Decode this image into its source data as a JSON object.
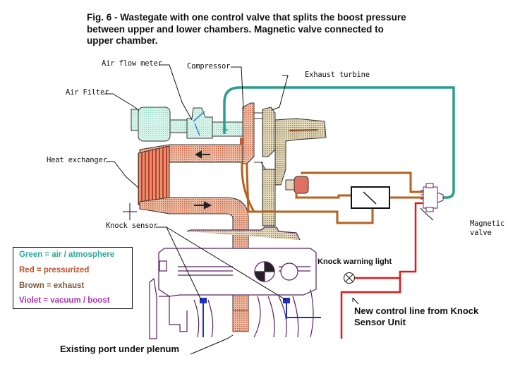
{
  "figure": {
    "caption": "Fig. 6 - Wastegate with one control valve that splits the boost pressure between upper and lower chambers. Magnetic valve connected to upper chamber."
  },
  "labels": {
    "air_flow_meter": "Air flow meter",
    "compressor": "Compressor",
    "exhaust_turbine": "Exhaust turbine",
    "air_filter": "Air Filter",
    "heat_exchanger": "Heat exchanger",
    "knock_sensor": "Knock sensor",
    "magnetic_valve_line1": "Magnetic",
    "magnetic_valve_line2": "valve",
    "knock_warning_light": "Knock warning light",
    "new_control_line_1": "New control line from Knock",
    "new_control_line_2": "Sensor Unit",
    "existing_port": "Existing port under plenum"
  },
  "legend": {
    "items": [
      {
        "label": "Green = air / atmosphere",
        "color": "#2fa89a"
      },
      {
        "label": "Red = pressurized",
        "color": "#c0502a"
      },
      {
        "label": "Brown = exhaust",
        "color": "#7a5a3a"
      },
      {
        "label": "Violet = vacuum / boost",
        "color": "#b030b8"
      }
    ]
  },
  "colors": {
    "air_line": "#2a9d8f",
    "air_fill": "#bfeee0",
    "pressure_fill": "#e8a890",
    "pressure_dark": "#c05a3a",
    "exhaust_line": "#b8601c",
    "exhaust_fill": "#cfc29a",
    "control_red": "#e01818",
    "engine_outline": "#5a2060",
    "blue_line": "#2030c0"
  }
}
